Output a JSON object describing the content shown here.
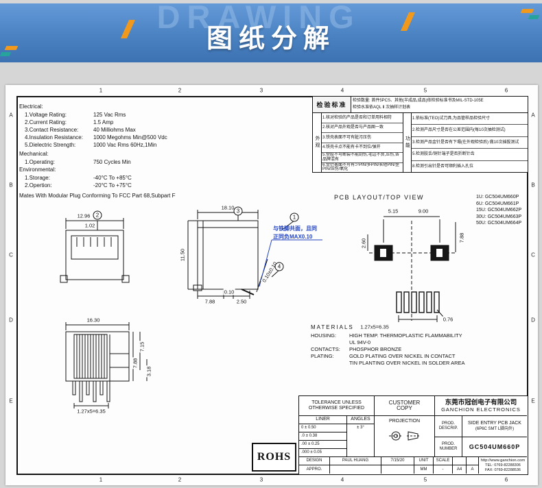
{
  "colors": {
    "banner_blue": "#4a82c2",
    "accent_orange": "#f0991d",
    "accent_teal": "#27a39d",
    "annotation_blue": "#2243c0"
  },
  "banner": {
    "watermark": "DRAWING",
    "title": "图纸分解"
  },
  "grid": {
    "top": [
      "1",
      "2",
      "3",
      "4",
      "5",
      "6"
    ],
    "bottom": [
      "1",
      "2",
      "3",
      "4",
      "5",
      "6"
    ],
    "left": [
      "A",
      "B",
      "C",
      "D",
      "E"
    ],
    "right": [
      "A",
      "B",
      "C",
      "D",
      "E"
    ]
  },
  "specs": {
    "electrical_heading": "Electrical:",
    "electrical": [
      {
        "label": "1.Voltage Rating:",
        "value": "125 Vac Rms"
      },
      {
        "label": "2.Current Rating:",
        "value": "1.5 Amp"
      },
      {
        "label": "3.Contact Resistance:",
        "value": "40 Milliohms Max"
      },
      {
        "label": "4.Insulation Resistance:",
        "value": "1000 Megohms Min@500 Vdc"
      },
      {
        "label": "5.Dielectric Strength:",
        "value": "1000 Vac Rms 60Hz,1Min"
      }
    ],
    "mechanical_heading": "Mechanical:",
    "mechanical": [
      {
        "label": "1.Operating:",
        "value": "750 Cycles Min"
      }
    ],
    "environmental_heading": "Environmental:",
    "environmental": [
      {
        "label": "1.Storage:",
        "value": "-40°C To +85°C"
      },
      {
        "label": "2.Opertion:",
        "value": "-20°C To +75°C"
      }
    ],
    "mates_note": "Mates With Modular Plug Conforming To FCC Part 68,Subpart F"
  },
  "inspection": {
    "title": "检验标准",
    "header_line1": "检验数量: 首件5PCS、其他(半成品,成品)依检验标准书及MIL-STD-105E",
    "header_line2": "检验水准依AQL Ⅱ 次抽样计划表",
    "appearance_label": "外观",
    "function_label": "功能",
    "appearance_items": [
      "1.核对检验的产品是否和订单用料相符",
      "2.核对产品外观是否与产品图一致",
      "3.铁壳表面不可有脏污压伤",
      "4.铁壳卡点不能有卡不到位/弹开",
      "5.塑胶不可断裂不能刮伤,毛边不良,压伤,各品牌混有",
      "6.金针表面不可有少PIN/多PIN/长短PIN/歪PIN/压伤/氧化"
    ],
    "function_items": [
      "1.依标准(TEO)试刀具,为品管样品检验尺寸",
      "2.检测产品尺寸是否在公差范围内(每10次抽检测试)",
      "3.检测产品金针是否有下塌(在外观检验后) 做10次插拔测试",
      "5.检测胶舌/铜针端子是否折断针齿",
      "8.检测引出针是否可顺利插入孔位"
    ]
  },
  "pcb": {
    "heading": "PCB  LAYOUT/TOP  VIEW",
    "part_numbers": [
      "1U: GC504UM660P",
      "6U: GC504UM661P",
      "15U: GC504UM662P",
      "30U: GC504UM663P",
      "50U: GC504UM664P"
    ]
  },
  "dims": {
    "front_width": "12.96",
    "front_inner": "1.02",
    "side_width": "18.10",
    "side_height": "11.50",
    "side_foot": "7.88",
    "side_gap": "0.10",
    "side_pin": "2.50",
    "side_coplanar": "0.10±0.10",
    "bottom_width": "16.30",
    "bottom_h1": "7.15",
    "bottom_h2": "7.88",
    "bottom_h3": "3.18",
    "bottom_pitch": "1.27x5=6.35",
    "pcb_gap": "5.15",
    "pcb_span": "9.00",
    "pcb_height": "7.88",
    "pcb_offset": "2.60",
    "pcb_hole": "0.76",
    "pcb_pitch": "1.27x5=6.35"
  },
  "notes": {
    "coplanar_line1": "与铁脚共面，且同",
    "coplanar_line2": "正同负MAX0.10"
  },
  "balloons": {
    "b1": "1",
    "b2": "2",
    "b3": "3",
    "b4": "4"
  },
  "materials": {
    "heading": "MATERIALS",
    "housing_label": "HOUSING:",
    "housing_value1": "HIGH TEMP. THERMOPLASTIC FLAMMABILITY",
    "housing_value2": "UL 94V-0",
    "contacts_label": "CONTACTS:",
    "contacts_value": "PHOSPHOR BRONZE",
    "plating_label": "PLATING:",
    "plating_value1": "GOLD PLATING OVER NICKEL IN CONTACT",
    "plating_value2": "TIN PLANTING OVER NICKEL IN SOLDER AREA"
  },
  "titleblock": {
    "tolerance_line1": "TOLERANCE UNLESS",
    "tolerance_line2": "OTHERWISE SPECIFIED",
    "customer_line1": "CUSTOMER",
    "customer_line2": "COPY",
    "company_cn": "东莞市冠创电子有限公司",
    "company_en": "GANCHION ELECTRONICS",
    "liner_header": "LINER",
    "angles_header": "ANGLES",
    "liner_rows": [
      "0    ±  0.50",
      ".0   ±  0.38",
      ".00  ±  0.25",
      ".000 ±  0.05"
    ],
    "angles_value": "±  3°",
    "projection_label": "PROJECTION",
    "prod_label1": "PROD.",
    "prod_label2": "DESCRIP.",
    "prod_value1": "SIDE ENTRY PCB JACK",
    "prod_value2": "(6P6C SMT  L脚向外)",
    "number_label1": "PROD.",
    "number_label2": "NUMBER",
    "number_value": "GC504UM660P",
    "design_label": "DESIGN",
    "designer": "PAUL HUANG",
    "date": "7/15/20",
    "unit_label": "UNIT",
    "unit_value": "MM",
    "scale_label": "SCALE",
    "scale_value": "-",
    "size_value": "A4",
    "rev_value": "A",
    "appro_label": "APPRO.",
    "website": "http://www.ganchion.com",
    "tel": "TEL: 0769-82288306",
    "fax": "FAX: 0769-82288536",
    "rohs": "ROHS"
  }
}
